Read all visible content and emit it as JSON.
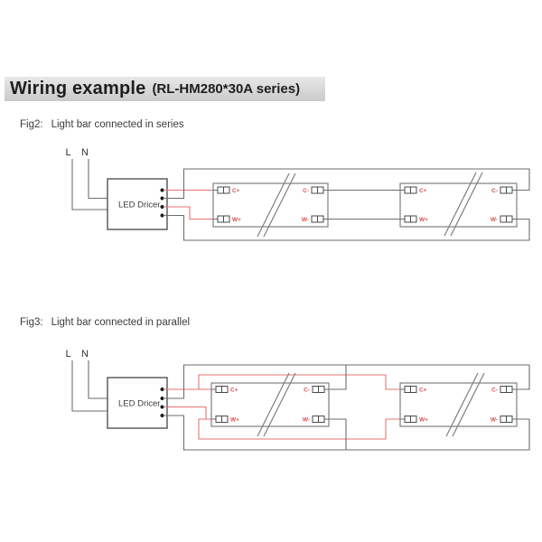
{
  "title": {
    "main": "Wiring example",
    "series": "(RL-HM280*30A series)"
  },
  "fig2": {
    "label": "Fig2:",
    "caption": "Light bar connected in series"
  },
  "fig3": {
    "label": "Fig3:",
    "caption": "Light bar connected in parallel"
  },
  "power": {
    "live": "L",
    "neutral": "N"
  },
  "driver": {
    "label": "LED Dricer"
  },
  "terminals": {
    "c_plus": "C+",
    "w_plus": "W+",
    "c_minus": "C-",
    "w_minus": "W-"
  },
  "colors": {
    "wire_red": "#e57373",
    "label_red": "#d94f4f",
    "wire_gray": "#6e6e6e",
    "bar_stroke": "#7f7f7f",
    "driver_stroke": "#525252",
    "terminal_stroke": "#4a4a4a",
    "dot_color": "#1b1b1b",
    "title_text": "#1e1e1e",
    "title_bg_top": "#e8e8e8",
    "title_bg_bottom": "#cacaca",
    "caption_text": "#3b3b3b",
    "ln_text": "#2f2f2f",
    "driver_text": "#3a3a3a"
  }
}
